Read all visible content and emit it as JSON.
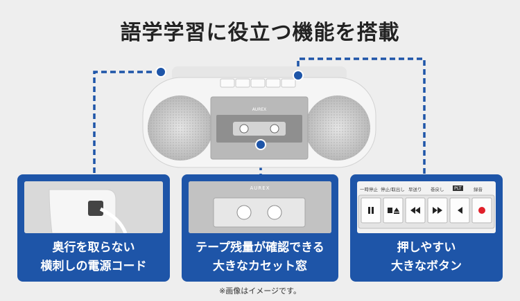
{
  "title": "語学学習に役立つ機能を搭載",
  "device": {
    "brand": "AUREX"
  },
  "cards": [
    {
      "lines": [
        "奥行を取らない",
        "横刺しの電源コード"
      ]
    },
    {
      "lines": [
        "テープ残量が確認できる",
        "大きなカセット窓"
      ]
    },
    {
      "lines": [
        "押しやすい",
        "大きなボタン"
      ]
    }
  ],
  "buttons": {
    "labels": [
      "一時停止",
      "停止/取出し",
      "早送り",
      "巻戻し",
      "録音"
    ],
    "badge": "PLT"
  },
  "note": "※画像はイメージです。",
  "colors": {
    "accent": "#1e55a8",
    "record": "#e0202a",
    "background": "#eeeeee"
  }
}
